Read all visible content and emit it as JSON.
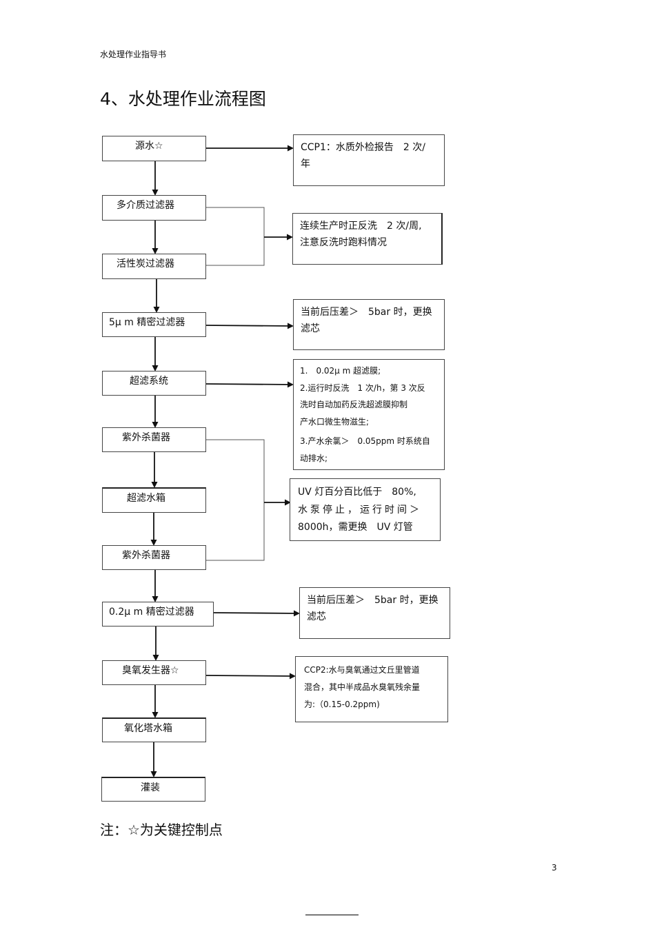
{
  "header": {
    "running_title": "水处理作业指导书"
  },
  "title": "4、水处理作业流程图",
  "flow": {
    "steps": [
      "源水☆",
      "多介质过滤器",
      "活性炭过滤器",
      "5μ m 精密过滤器",
      "超滤系统",
      "紫外杀菌器",
      "超滤水箱",
      "紫外杀菌器",
      "0.2μ m 精密过滤器",
      "臭氧发生器☆",
      "氧化塔水箱",
      "灌装"
    ],
    "notes": {
      "ccp1": [
        "CCP1：水质外检报告　2 次/",
        "年"
      ],
      "backwash": [
        "连续生产时正反洗　2 次/周,",
        "注意反洗时跑料情况"
      ],
      "filter5": [
        "当前后压差＞　5bar 时，更换",
        "滤芯"
      ],
      "uf": [
        "1.　0.02μ m 超滤膜;",
        "2.运行时反洗　1 次/h，第 3 次反",
        "洗时自动加药反洗超滤膜抑制",
        "产水口微生物滋生;",
        "3.产水余氯＞　0.05ppm 时系统自",
        "动排水;"
      ],
      "uv": [
        "UV 灯百分百比低于　80%,",
        "水泵停止，运行时间＞",
        "8000h，需更换　UV 灯管"
      ],
      "filter02": [
        "当前后压差＞　5bar 时，更换",
        "滤芯"
      ],
      "ccp2": [
        "CCP2:水与臭氧通过文丘里管道",
        "混合，其中半成品水臭氧残余量",
        "为:（0.15-0.2ppm)"
      ]
    }
  },
  "footnote": "注：☆为关键控制点",
  "page_number": "3"
}
